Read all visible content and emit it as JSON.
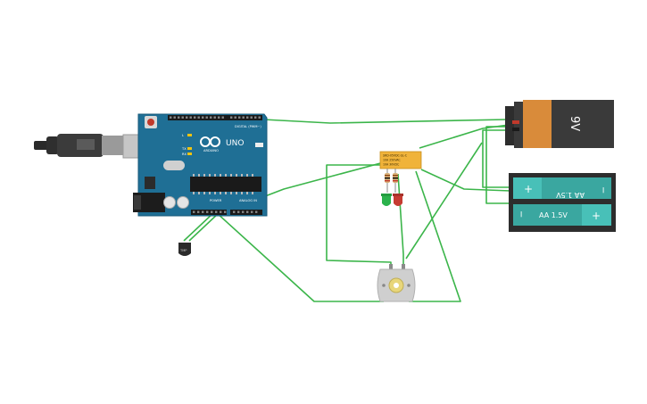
{
  "arduino": {
    "brand": "ARDUINO",
    "model": "UNO",
    "digital_label": "DIGITAL (PWM~)",
    "power_label": "POWER",
    "analog_label": "ANALOG IN",
    "tx_label": "TX",
    "rx_label": "RX",
    "l_label": "L"
  },
  "battery_9v": {
    "label": "9V"
  },
  "battery_pack": {
    "cell_top": {
      "label": "AA 1.5V",
      "plus": "+",
      "minus": "−"
    },
    "cell_bottom": {
      "label": "AA 1.5V",
      "plus": "+",
      "minus": "−"
    }
  },
  "relay": {
    "line1": "SRD-05VDC-SL-C",
    "line2": "10A 250VAC",
    "line3": "10A 30VDC"
  },
  "sensor": {
    "label": "TMP"
  },
  "colors": {
    "wire": "#3bb54a",
    "board": "#1f6f95",
    "battery_9v_body": "#d98b3a",
    "battery_9v_cap": "#3a3a3a",
    "aa_cell": "#3aa7a0",
    "relay": "#f0b33a",
    "led_green": "#2bb24c",
    "led_red": "#c63b32",
    "motor": "#c8c8c8"
  }
}
